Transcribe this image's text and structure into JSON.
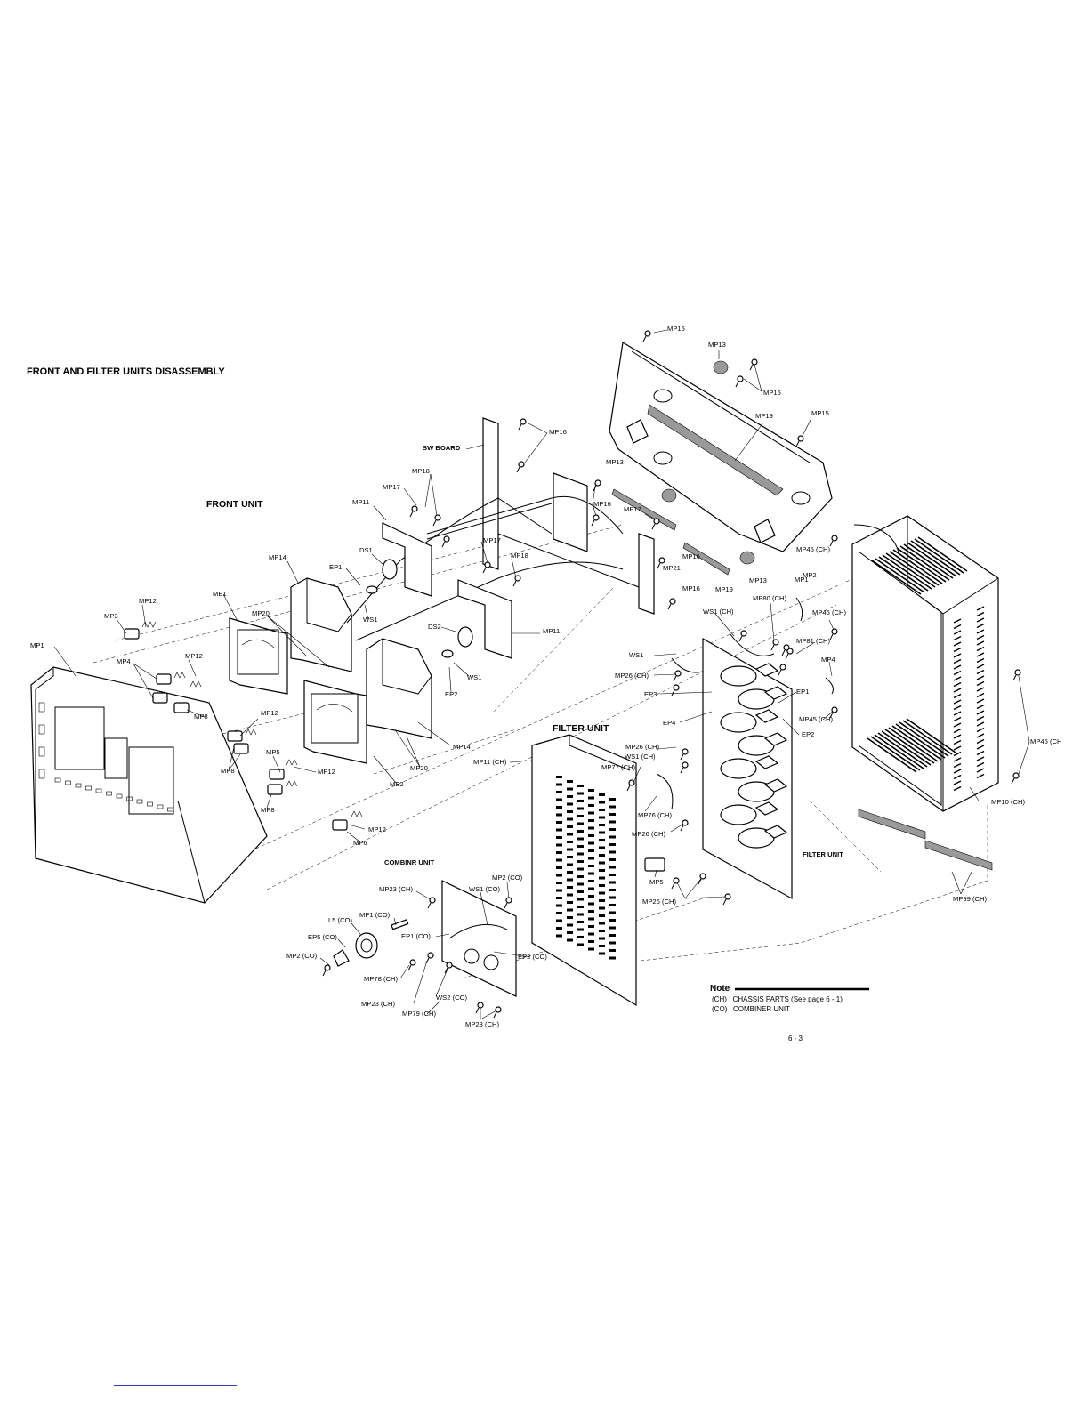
{
  "title": "FRONT AND FILTER UNITS DISASSEMBLY",
  "sections": {
    "front_unit": "FRONT UNIT",
    "filter_unit": "FILTER UNIT",
    "sw_board": "SW BOARD",
    "combiner_unit": "COMBINR UNIT",
    "filter_unit_small": "FILTER UNIT"
  },
  "labels": {
    "mp15_top": "MP15",
    "mp13_top": "MP13",
    "mp15_a": "MP15",
    "mp15_b": "MP15",
    "mp19_a": "MP19",
    "mp16_a": "MP16",
    "mp13_b": "MP13",
    "mp18_a": "MP18",
    "mp17_a": "MP17",
    "mp11_a": "MP11",
    "mp16_b": "MP16",
    "mp17_b": "MP17",
    "mp17_c": "MP17",
    "mp18_b": "MP18",
    "ds1": "DS1",
    "ep1": "EP1",
    "mp14_a": "MP14",
    "mp21": "MP21",
    "mp16_c": "MP16",
    "mp16_d": "MP16",
    "mp13_c": "MP13",
    "mp19_b": "MP19",
    "mp45_ch_a": "MP45 (CH)",
    "mp2": "MP2",
    "mp1_right": "MP1",
    "me1": "ME1",
    "mp12_a": "MP12",
    "mp3": "MP3",
    "mp20_a": "MP20",
    "ws1_a": "WS1",
    "ds2": "DS2",
    "mp11_b": "MP11",
    "ws1_ch_a": "WS1 (CH)",
    "mp80_ch": "MP80 (CH)",
    "mp45_ch_b": "MP45 (CH)",
    "mp1": "MP1",
    "mp4_a": "MP4",
    "mp12_b": "MP12",
    "ep2_a": "EP2",
    "ws1_b": "WS1",
    "ws1_c": "WS1",
    "mp81_ch": "MP81 (CH)",
    "mp4_b": "MP4",
    "mp26_ch_a": "MP26 (CH)",
    "mp8_a": "MP8",
    "ep3": "EP3",
    "ep1_b": "EP1",
    "mp12_c": "MP12",
    "ep4": "EP4",
    "mp45_ch_c": "MP45 (CH)",
    "ep2_b": "EP2",
    "mp14_b": "MP14",
    "mp26_ch_b": "MP26 (CH)",
    "ws1_ch_b": "WS1 (CH)",
    "mp45_ch_d": "MP45 (CH",
    "mp5_a": "MP5",
    "mp11_ch": "MP11 (CH)",
    "mp20_b": "MP20",
    "mp77_ch": "MP77 (CH)",
    "mp8_b": "MP8",
    "mp12_d": "MP12",
    "me2": "ME2",
    "mp8_c": "MP8",
    "mp10_ch": "MP10 (CH)",
    "mp76_ch": "MP76 (CH)",
    "mp26_ch_c": "MP26 (CH)",
    "mp12_e": "MP12",
    "mp6": "MP6",
    "mp2_co": "MP2 (CO)",
    "mp5_b": "MP5",
    "mp23_ch_a": "MP23 (CH)",
    "ws1_co": "WS1 (CO)",
    "mp26_ch_d": "MP26 (CH)",
    "mp99_ch": "MP99 (CH)",
    "mp1_co": "MP1 (CO)",
    "l5_co": "L5 (CO)",
    "ep5_co": "EP5 (CO)",
    "ep1_co": "EP1 (CO)",
    "mp2_co_b": "MP2 (CO)",
    "ep2_co": "EP2 (CO)",
    "mp78_ch": "MP78 (CH)",
    "ws2_co": "WS2 (CO)",
    "mp23_ch_b": "MP23 (CH)",
    "mp79_ch": "MP79 (CH)",
    "mp23_ch_c": "MP23 (CH)"
  },
  "note": {
    "title": "Note",
    "line1": "(CH)   :  CHASSIS PARTS (See page 6 - 1)",
    "line2": "(CO)   :  COMBINER UNIT"
  },
  "page_number": "6 - 3"
}
